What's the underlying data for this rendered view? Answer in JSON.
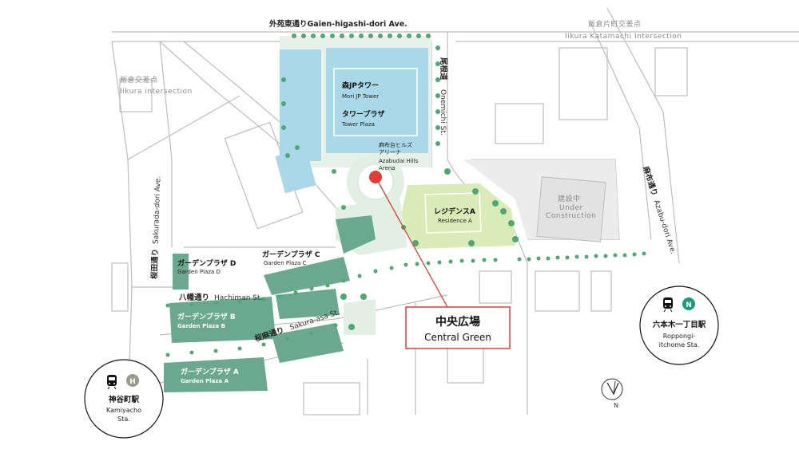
{
  "colors": {
    "building_blue": "#a9d8e9",
    "building_green": "#6aa98f",
    "residence_green": "#d9ecb8",
    "tree_green": "#4fa873",
    "callout_red": "#e53b35",
    "outline_grey": "#b8b8b8",
    "street_grey": "#c8c8c8"
  },
  "roads": {
    "gaien": "外苑東通りGaien-higashi-dori Ave.",
    "onemichi_jp": "尾根道",
    "onemichi_en": "Onemichi St.",
    "sakurada_jp": "桜田通り",
    "sakurada_en": "Sakurada-dori Ave.",
    "azabu_jp": "麻布通り",
    "azabu_en": "Azabu-dori Ave.",
    "hachiman_jp": "八幡通り",
    "hachiman_en": "Hachiman St.",
    "sakura_jp": "桜麻通り",
    "sakura_en": "Sakura-asa St."
  },
  "intersections": {
    "iikura_jp": "飯倉交差点",
    "iikura_en": "Iikura intersection",
    "katamachi_jp": "飯倉片町交差点",
    "katamachi_en": "Iikura Katamachi Intersection"
  },
  "buildings": {
    "mori_jp": "森JPタワー",
    "mori_en": "Mori JP Tower",
    "plaza_jp": "タワープラザ",
    "plaza_en": "Tower Plaza",
    "arena_jp_1": "麻布台ヒルズ",
    "arena_jp_2": "アリーナ",
    "arena_en_1": "Azabudai Hills",
    "arena_en_2": "Arena",
    "residence_jp": "レジデンスA",
    "residence_en": "Residence A",
    "construction_jp": "建設中",
    "construction_en_1": "Under",
    "construction_en_2": "Construction",
    "garden_a_jp": "ガーデンプラザ A",
    "garden_a_en": "Garden Plaza A",
    "garden_b_jp": "ガーデンプラザ B",
    "garden_b_en": "Garden Plaza B",
    "garden_c_jp": "ガーデンプラザ C",
    "garden_c_en": "Garden Plaza C",
    "garden_d_jp": "ガーデンプラザ D",
    "garden_d_en": "Garden Plaza D"
  },
  "callout": {
    "jp": "中央広場",
    "en": "Central Green"
  },
  "stations": {
    "kamiyacho": {
      "badge": "H",
      "badge_color": "#9a9a8a",
      "name_jp": "神谷町駅",
      "name_en_1": "Kamiyacho",
      "name_en_2": "Sta."
    },
    "roppongi": {
      "badge": "N",
      "badge_color": "#1a9e7a",
      "name_jp": "六本木一丁目駅",
      "name_en_1": "Roppongi-",
      "name_en_2": "itchome Sta."
    }
  },
  "compass": {
    "label": "N"
  }
}
